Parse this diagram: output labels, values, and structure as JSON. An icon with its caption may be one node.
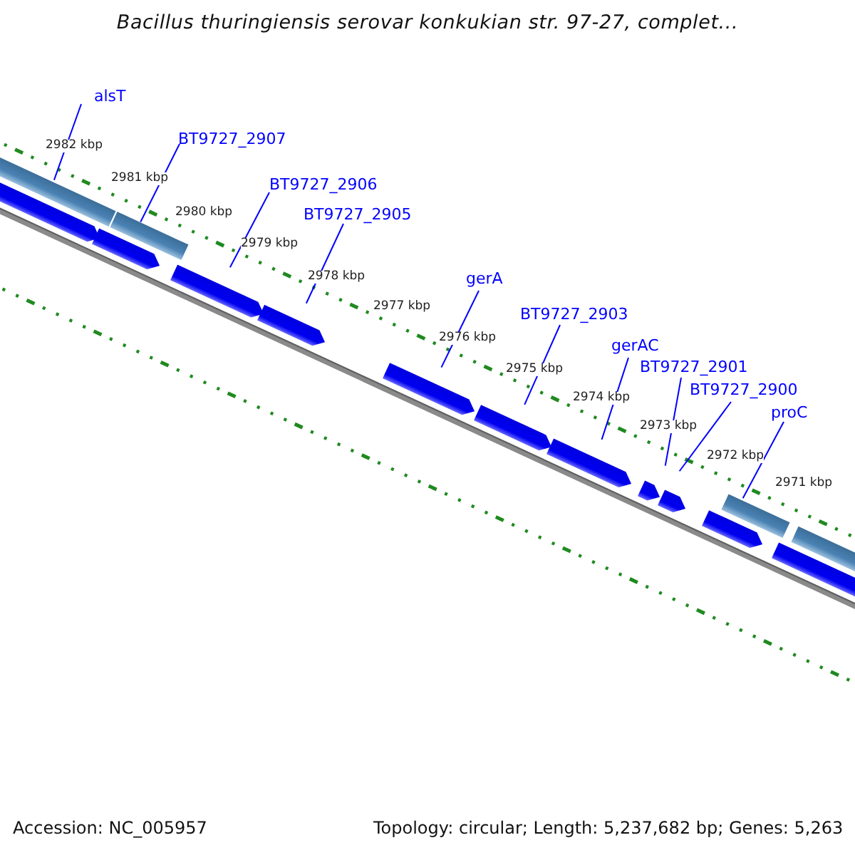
{
  "diagram": {
    "title": "Bacillus thuringiensis serovar konkukian str. 97-27, complet...",
    "nodes": [
      {
        "text": [
          "alsT"
        ]
      },
      {
        "text": [
          "BT9727_2907"
        ]
      },
      {
        "text": [
          "BT9727_2906"
        ]
      },
      {
        "text": [
          "BT9727_2905"
        ]
      },
      {
        "text": [
          "gerA"
        ]
      },
      {
        "text": [
          "BT9727_2903"
        ]
      },
      {
        "text": [
          "gerAC"
        ]
      },
      {
        "text": [
          "BT9727_2901"
        ]
      },
      {
        "text": [
          "BT9727_2900"
        ]
      },
      {
        "text": [
          "proC"
        ]
      }
    ],
    "edges": [
      {
        "from": 0,
        "to": null,
        "arrow": "none"
      },
      {
        "from": 1,
        "to": null,
        "arrow": "none"
      },
      {
        "from": 2,
        "to": null,
        "arrow": "none"
      },
      {
        "from": 3,
        "to": null,
        "arrow": "none"
      },
      {
        "from": 4,
        "to": null,
        "arrow": "none"
      },
      {
        "from": 5,
        "to": null,
        "arrow": "none"
      },
      {
        "from": 6,
        "to": null,
        "arrow": "none"
      },
      {
        "from": 7,
        "to": null,
        "arrow": "none"
      },
      {
        "from": 8,
        "to": null,
        "arrow": "none"
      },
      {
        "from": 9,
        "to": null,
        "arrow": "none"
      }
    ],
    "labels": [
      "2982 kbp",
      "2981 kbp",
      "2980 kbp",
      "2979 kbp",
      "2978 kbp",
      "2977 kbp",
      "2976 kbp",
      "2975 kbp",
      "2974 kbp",
      "2973 kbp",
      "2972 kbp",
      "2971 kbp",
      "Accession: NC_005957",
      "Topology: circular; Length: 5,237,682 bp; Genes: 5,263"
    ]
  }
}
